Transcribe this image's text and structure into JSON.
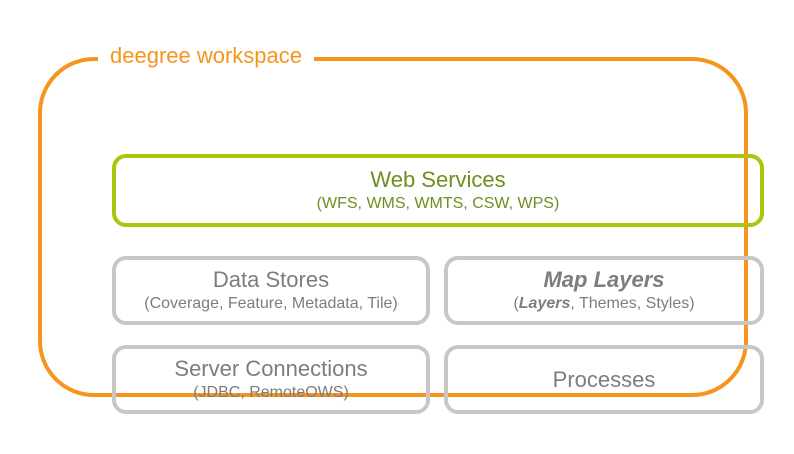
{
  "diagram": {
    "legend": "deegree workspace",
    "web_services": {
      "title": "Web Services",
      "subtitle": "(WFS, WMS, WMTS, CSW, WPS)"
    },
    "data_stores": {
      "title": "Data Stores",
      "subtitle": "(Coverage, Feature, Metadata, Tile)"
    },
    "map_layers": {
      "title": "Map Layers",
      "subtitle_open": "(",
      "subtitle_emph": "Layers",
      "subtitle_rest": ", Themes, Styles)"
    },
    "server_connections": {
      "title": "Server Connections",
      "subtitle": "(JDBC, RemoteOWS)"
    },
    "processes": {
      "title": "Processes"
    },
    "colors": {
      "accent_orange": "#f7941d",
      "accent_green_border": "#a8c60c",
      "text_green": "#6e8f1f",
      "gray_border": "#c7c7c7",
      "text_gray": "#7d7d7d",
      "background": "#ffffff"
    }
  }
}
